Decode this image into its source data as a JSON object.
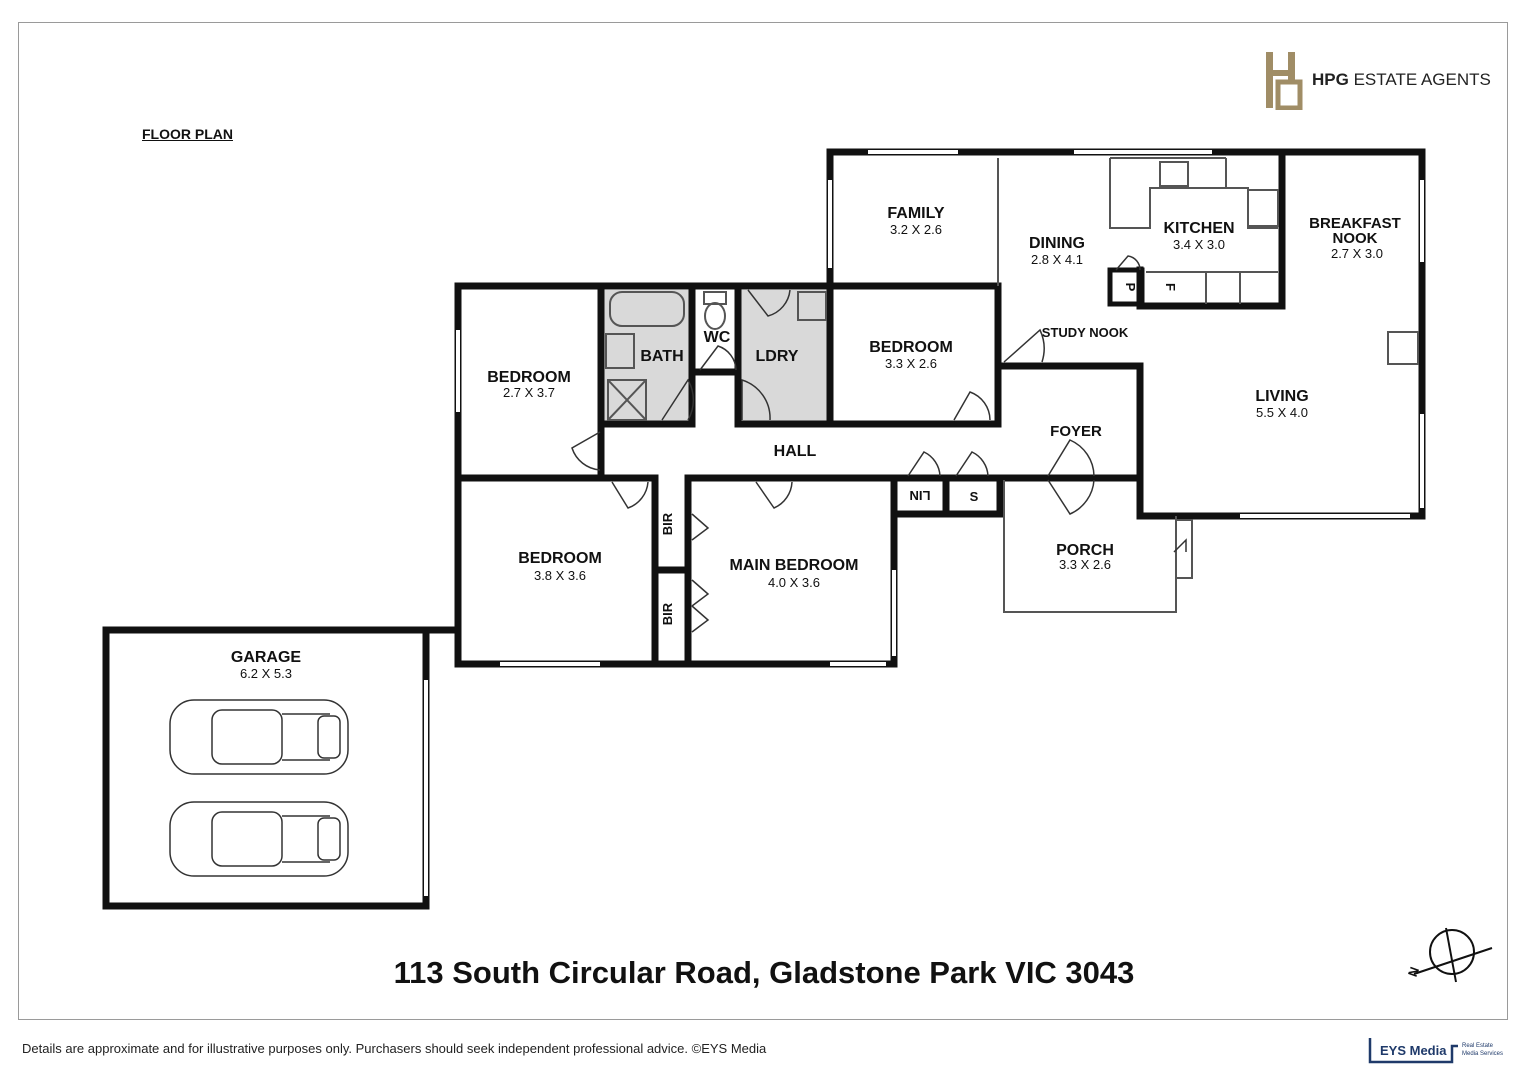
{
  "plan_title": "FLOOR PLAN",
  "address": "113 South Circular Road, Gladstone Park VIC 3043",
  "disclaimer": "Details are approximate and for illustrative purposes only. Purchasers should seek independent professional advice. ©EYS Media",
  "agency": {
    "brand": "HPG",
    "name": "ESTATE AGENTS"
  },
  "media": {
    "name": "EYS Media",
    "tag_line1": "Real Estate",
    "tag_line2": "Media Services"
  },
  "rooms": {
    "family": {
      "name": "FAMILY",
      "dims": "3.2 X 2.6"
    },
    "dining": {
      "name": "DINING",
      "dims": "2.8 X 4.1"
    },
    "kitchen": {
      "name": "KITCHEN",
      "dims": "3.4 X 3.0"
    },
    "breakfast": {
      "name1": "BREAKFAST",
      "name2": "NOOK",
      "dims": "2.7 X 3.0"
    },
    "bedroom_w": {
      "name": "BEDROOM",
      "dims": "2.7 X 3.7"
    },
    "bath": {
      "name": "BATH"
    },
    "wc": {
      "name": "WC"
    },
    "ldry": {
      "name": "LDRY"
    },
    "bedroom_c": {
      "name": "BEDROOM",
      "dims": "3.3 X 2.6"
    },
    "study": {
      "name": "STUDY NOOK"
    },
    "living": {
      "name": "LIVING",
      "dims": "5.5 X 4.0"
    },
    "hall": {
      "name": "HALL"
    },
    "foyer": {
      "name": "FOYER"
    },
    "bedroom_s": {
      "name": "BEDROOM",
      "dims": "3.8 X 3.6"
    },
    "main_bedroom": {
      "name": "MAIN BEDROOM",
      "dims": "4.0 X 3.6"
    },
    "porch": {
      "name": "PORCH",
      "dims": "3.3 X 2.6"
    },
    "garage": {
      "name": "GARAGE",
      "dims": "6.2 X 5.3"
    }
  },
  "fixtures": {
    "bir": "BIR",
    "lin": "LIN",
    "s": "S",
    "p": "P",
    "f": "F"
  },
  "compass": {
    "label": "N"
  },
  "colors": {
    "wall": "#111111",
    "wet_area": "#d9d9d9",
    "logo_gold": "#a08d66"
  }
}
